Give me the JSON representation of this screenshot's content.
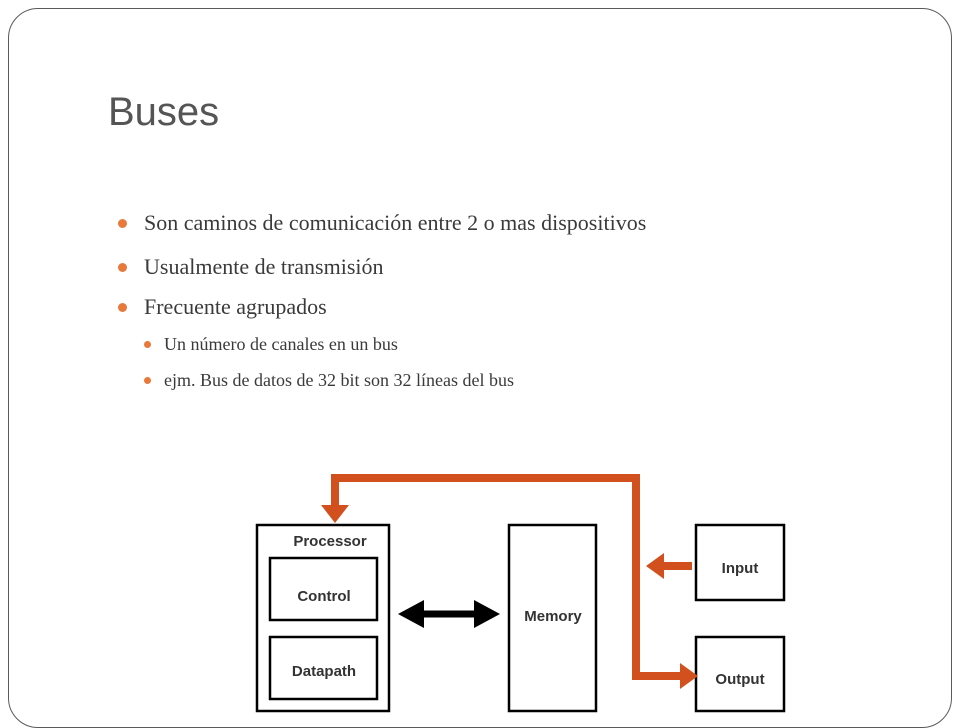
{
  "slide": {
    "title": "Buses",
    "bullets": [
      {
        "level": 1,
        "text": "Son caminos de comunicación entre 2 o mas dispositivos"
      },
      {
        "level": 1,
        "text": "Usualmente de transmisión"
      },
      {
        "level": 1,
        "text": "Frecuente agrupados"
      },
      {
        "level": 2,
        "text": "Un número de canales en un bus"
      },
      {
        "level": 2,
        "text": "ejm. Bus de datos de 32 bit son 32 líneas del bus"
      }
    ]
  },
  "diagram": {
    "processor_label": "Processor",
    "control_label": "Control",
    "datapath_label": "Datapath",
    "memory_label": "Memory",
    "input_label": "Input",
    "output_label": "Output",
    "bus_color": "#d2501e",
    "bidirectional_arrow_color": "#000000"
  },
  "theme": {
    "accent": "#e8793a",
    "title_color": "#555555",
    "text_color": "#3a3a3a"
  }
}
